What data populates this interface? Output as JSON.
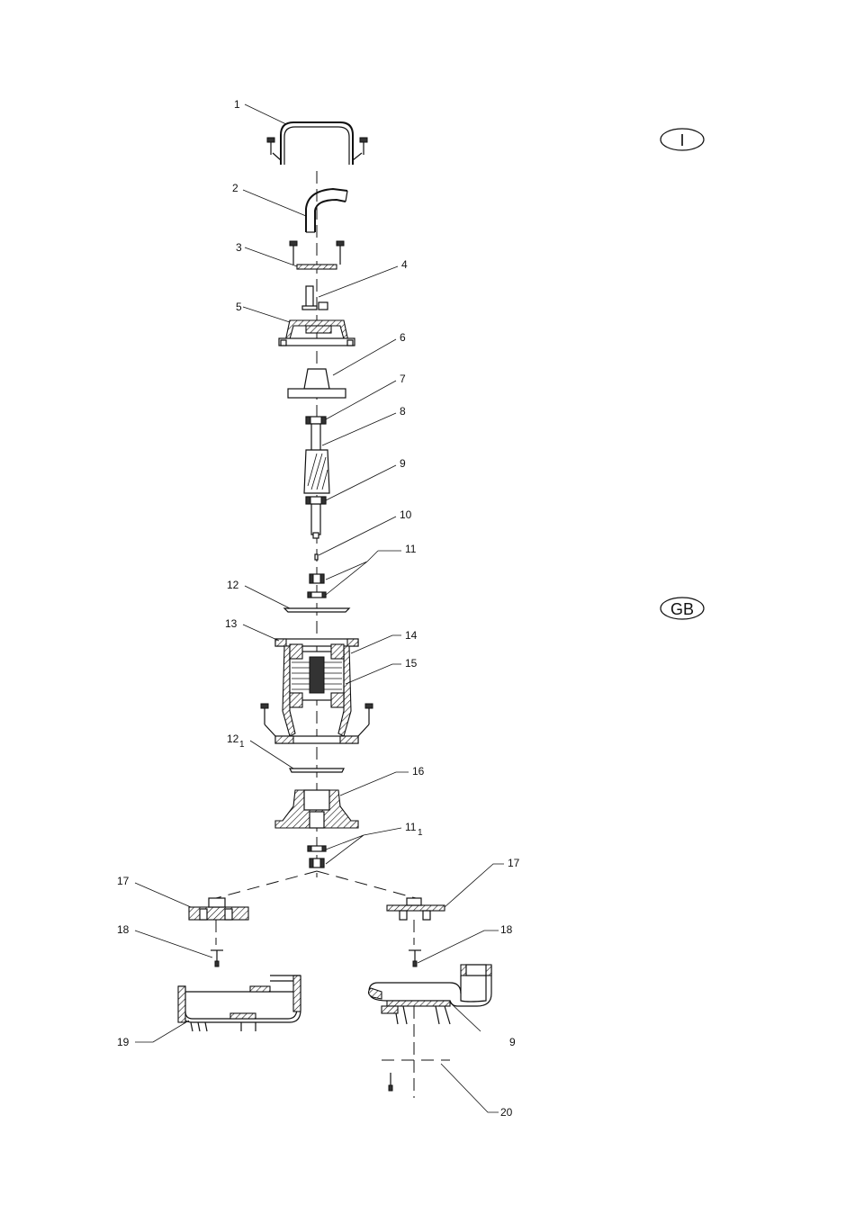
{
  "language_badges": [
    "I",
    "GB"
  ],
  "part_labels": {
    "p1": "1",
    "p2": "2",
    "p3": "3",
    "p4": "4",
    "p5": "5",
    "p6": "6",
    "p7": "7",
    "p8": "8",
    "p9": "9",
    "p10": "10",
    "p11": "11",
    "p12": "12",
    "p13": "13",
    "p14": "14",
    "p15": "15",
    "p12_1": "12",
    "p12_1_sub": "1",
    "p16": "16",
    "p11_1": "11",
    "p11_1_sub": "1",
    "p17_left": "17",
    "p17_right": "17",
    "p18_left": "18",
    "p18_right": "18",
    "p19": "19",
    "p9_bottom": "9",
    "p20": "20"
  }
}
